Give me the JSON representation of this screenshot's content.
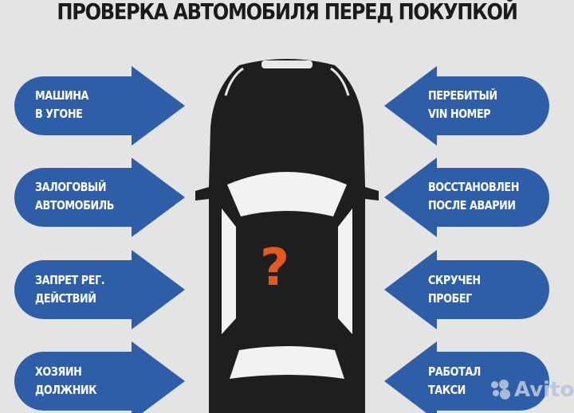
{
  "title": "ПРОВЕРКА АВТОМОБИЛЯ ПЕРЕД ПОКУПКОЙ",
  "colors": {
    "arrow": "#2f5ea8",
    "car": "#1e1e1e",
    "question": "#e35a1c",
    "background": "#e4e4e4"
  },
  "left_items": [
    {
      "line1": "МАШИНА",
      "line2": "В УГОНЕ"
    },
    {
      "line1": "ЗАЛОГОВЫЙ",
      "line2": "АВТОМОБИЛЬ"
    },
    {
      "line1": "ЗАПРЕТ РЕГ.",
      "line2": "ДЕЙСТВИЙ"
    },
    {
      "line1": "ХОЗЯИН",
      "line2": "ДОЛЖНИК"
    }
  ],
  "right_items": [
    {
      "line1": "ПЕРЕБИТЫЙ",
      "line2": "VIN НОМЕР"
    },
    {
      "line1": "ВОССТАНОВЛЕН",
      "line2": "ПОСЛЕ АВАРИИ"
    },
    {
      "line1": "СКРУЧЕН",
      "line2": "ПРОБЕГ"
    },
    {
      "line1": "РАБОТАЛ",
      "line2": "ТАКСИ"
    }
  ],
  "center_symbol": "?",
  "watermark": "Avito"
}
